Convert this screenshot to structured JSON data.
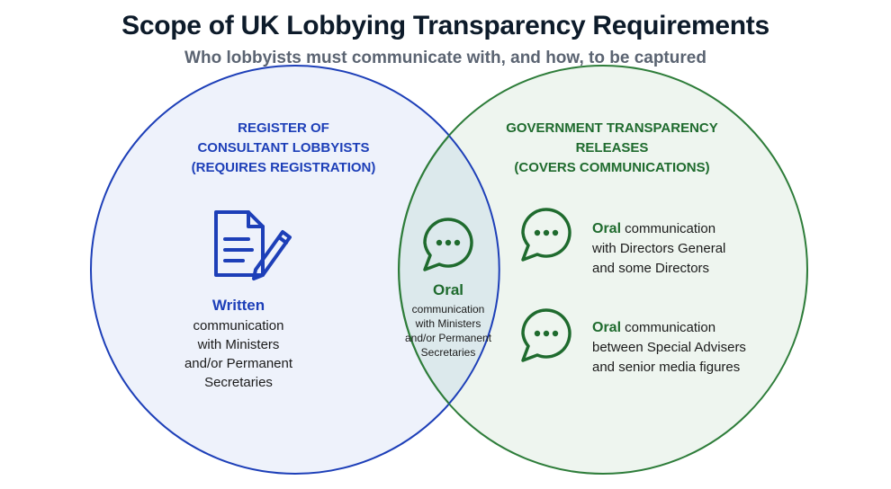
{
  "title": "Scope of UK Lobbying Transparency Requirements",
  "subtitle": "Who lobbyists must communicate with, and how, to be captured",
  "left_circle": {
    "heading_lines": [
      "REGISTER OF",
      "CONSULTANT LOBBYISTS",
      "(REQUIRES REGISTRATION)"
    ],
    "icon": "document-pen-icon",
    "item_title": "Written",
    "item_lines": [
      "communication",
      "with Ministers",
      "and/or Permanent",
      "Secretaries"
    ]
  },
  "right_circle": {
    "heading_lines": [
      "GOVERNMENT TRANSPARENCY",
      "RELEASES",
      "(COVERS COMMUNICATIONS)"
    ],
    "items": [
      {
        "icon": "speech-bubble-icon",
        "lead": "Oral",
        "rest_first": " communication",
        "lines": [
          "with Directors General",
          "and some Directors"
        ]
      },
      {
        "icon": "speech-bubble-icon",
        "lead": "Oral",
        "rest_first": " communication",
        "lines": [
          "between Special Advisers",
          "and senior media figures"
        ]
      }
    ]
  },
  "overlap": {
    "icon": "speech-bubble-icon",
    "item_title": "Oral",
    "item_lines": [
      "communication",
      "with Ministers",
      "and/or Permanent",
      "Secretaries"
    ]
  },
  "colors": {
    "blue": "#1d3fb8",
    "blue_fill": "#eef2fb",
    "green": "#1f6b2e",
    "green_fill": "#eef5ef",
    "overlap_fill": "#dce9ec"
  }
}
